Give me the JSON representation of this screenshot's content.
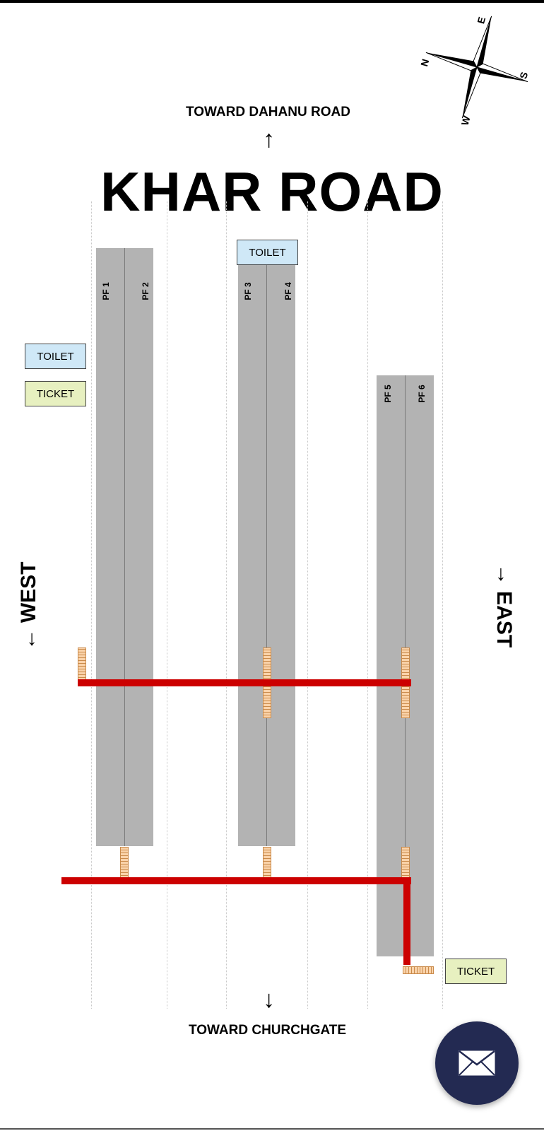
{
  "station": {
    "name": "KHAR ROAD"
  },
  "directions": {
    "north": "TOWARD DAHANU ROAD",
    "south": "TOWARD CHURCHGATE",
    "west": "WEST",
    "east": "EAST"
  },
  "compass": {
    "n": "N",
    "e": "E",
    "s": "S",
    "w": "W"
  },
  "platforms": [
    "PF 1",
    "PF 2",
    "PF 3",
    "PF 4",
    "PF 5",
    "PF 6"
  ],
  "facilities": {
    "west_toilet": "TOILET",
    "west_ticket": "TICKET",
    "center_toilet": "TOILET",
    "east_ticket": "TICKET"
  },
  "arrows": {
    "up": "↑",
    "down": "↓",
    "left": "←",
    "right": "→"
  },
  "icons": {
    "contact": "mail-icon",
    "compass": "compass-rose-icon"
  },
  "colors": {
    "platform": "#b3b3b3",
    "footbridge": "#cc0000",
    "stairs": "#fad3aa",
    "toilet_box": "#cfe8f7",
    "ticket_box": "#e7f0c0",
    "fab": "#232a52"
  }
}
